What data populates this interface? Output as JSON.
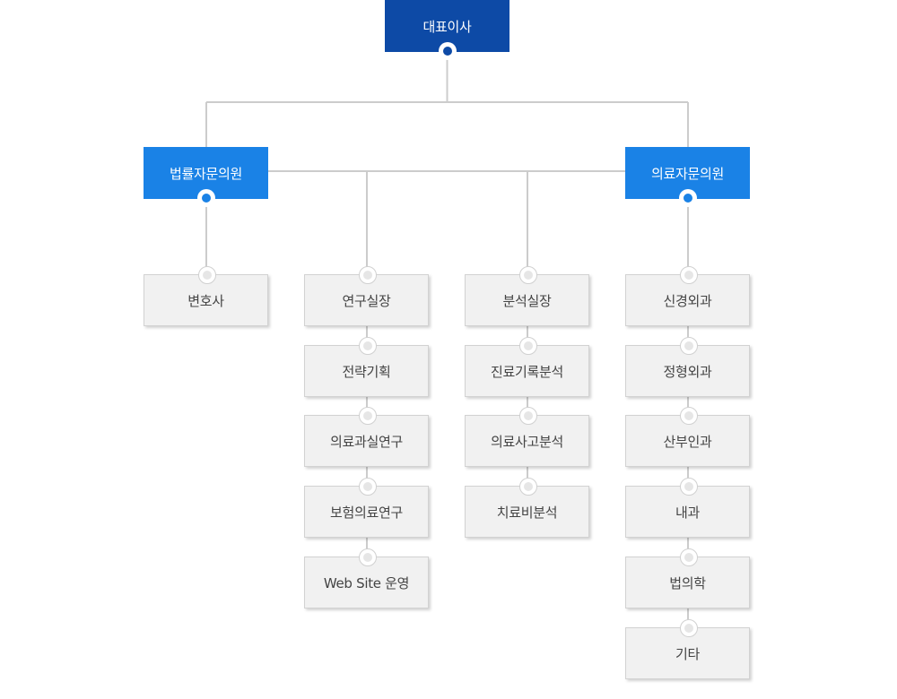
{
  "nodes": {
    "ceo": "대표이사",
    "legal_committee": "법률자문의원",
    "medical_committee": "의료자문의원"
  },
  "columns": {
    "legal": [
      "변호사"
    ],
    "research": [
      "연구실장",
      "전략기획",
      "의료과실연구",
      "보험의료연구",
      "Web Site 운영"
    ],
    "analysis": [
      "분석실장",
      "진료기록분석",
      "의료사고분석",
      "치료비분석"
    ],
    "medical": [
      "신경외과",
      "정형외과",
      "산부인과",
      "내과",
      "법의학",
      "기타"
    ]
  },
  "colors": {
    "ceo_box": "#0d4aa6",
    "committee_box": "#1a82e6",
    "leaf_box": "#f1f1f1",
    "connector": "#cccccc",
    "text_dark": "#444444",
    "text_light": "#ffffff"
  }
}
